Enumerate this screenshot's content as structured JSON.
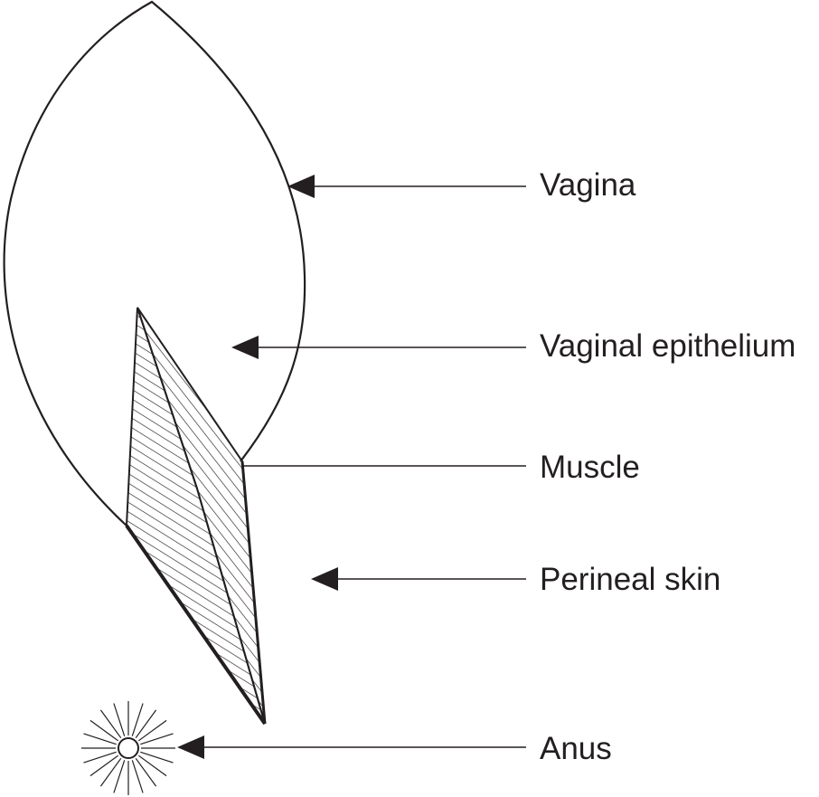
{
  "labels": {
    "vagina": "Vagina",
    "vaginal_epithelium": "Vaginal epithelium",
    "muscle": "Muscle",
    "perineal_skin": "Perineal skin",
    "anus": "Anus"
  },
  "colors": {
    "ink": "#231f20",
    "background": "#ffffff"
  }
}
